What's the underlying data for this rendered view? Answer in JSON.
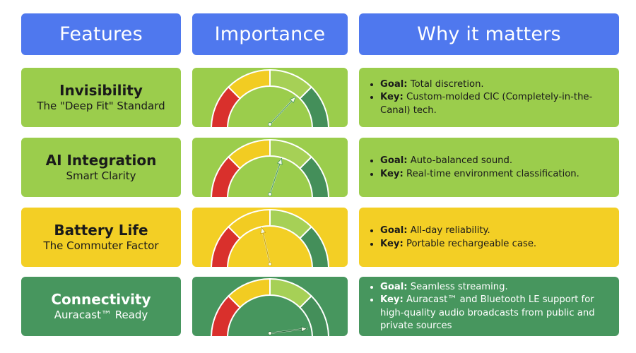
{
  "headers": {
    "features": "Features",
    "importance": "Importance",
    "why": "Why it matters"
  },
  "colors": {
    "header": "#4f78ee",
    "lime": "#9bcd4c",
    "yellow": "#f3cf25",
    "green": "#47965e",
    "gauge_red": "#d9302c",
    "gauge_yellow": "#f2cc22",
    "gauge_lightgreen": "#a6d056",
    "gauge_darkgreen": "#448f5a"
  },
  "rows": [
    {
      "feature": "Invisibility",
      "subtitle": "The \"Deep Fit\" Standard",
      "importance_level": 0.74,
      "goal_label": "Goal:",
      "goal": "Total discretion.",
      "key_label": "Key:",
      "key": "Custom-molded CIC (Completely-in-the-Canal) tech.",
      "theme": "lime"
    },
    {
      "feature": "AI Integration",
      "subtitle": "Smart Clarity",
      "importance_level": 0.6,
      "goal_label": "Goal:",
      "goal": "Auto-balanced sound.",
      "key_label": "Key:",
      "key": "Real-time environment classification.",
      "theme": "lime"
    },
    {
      "feature": "Battery Life",
      "subtitle": "The Commuter Factor",
      "importance_level": 0.43,
      "goal_label": "Goal:",
      "goal": "All-day reliability.",
      "key_label": "Key:",
      "key": "Portable rechargeable case.",
      "theme": "yellow"
    },
    {
      "feature": "Connectivity",
      "subtitle": "Auracast™ Ready",
      "importance_level": 0.96,
      "goal_label": "Goal:",
      "goal": "Seamless streaming.",
      "key_label": "Key:",
      "key": "Auracast™ and Bluetooth LE support for high-quality audio broadcasts from public and private sources",
      "theme": "green"
    }
  ]
}
